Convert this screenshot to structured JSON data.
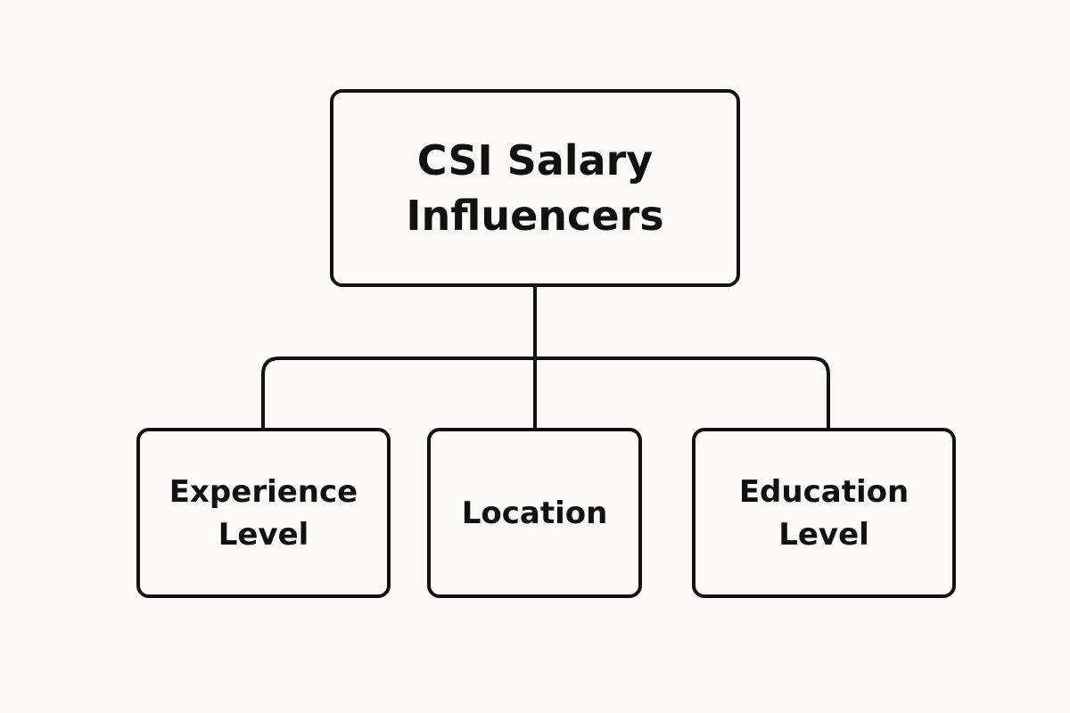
{
  "diagram": {
    "root": {
      "label": "CSI Salary\nInfluencers"
    },
    "children": [
      {
        "label": "Experience\nLevel"
      },
      {
        "label": "Location"
      },
      {
        "label": "Education\nLevel"
      }
    ],
    "colors": {
      "background": "#faf9f5",
      "stroke": "#111111",
      "text": "#111111"
    }
  }
}
